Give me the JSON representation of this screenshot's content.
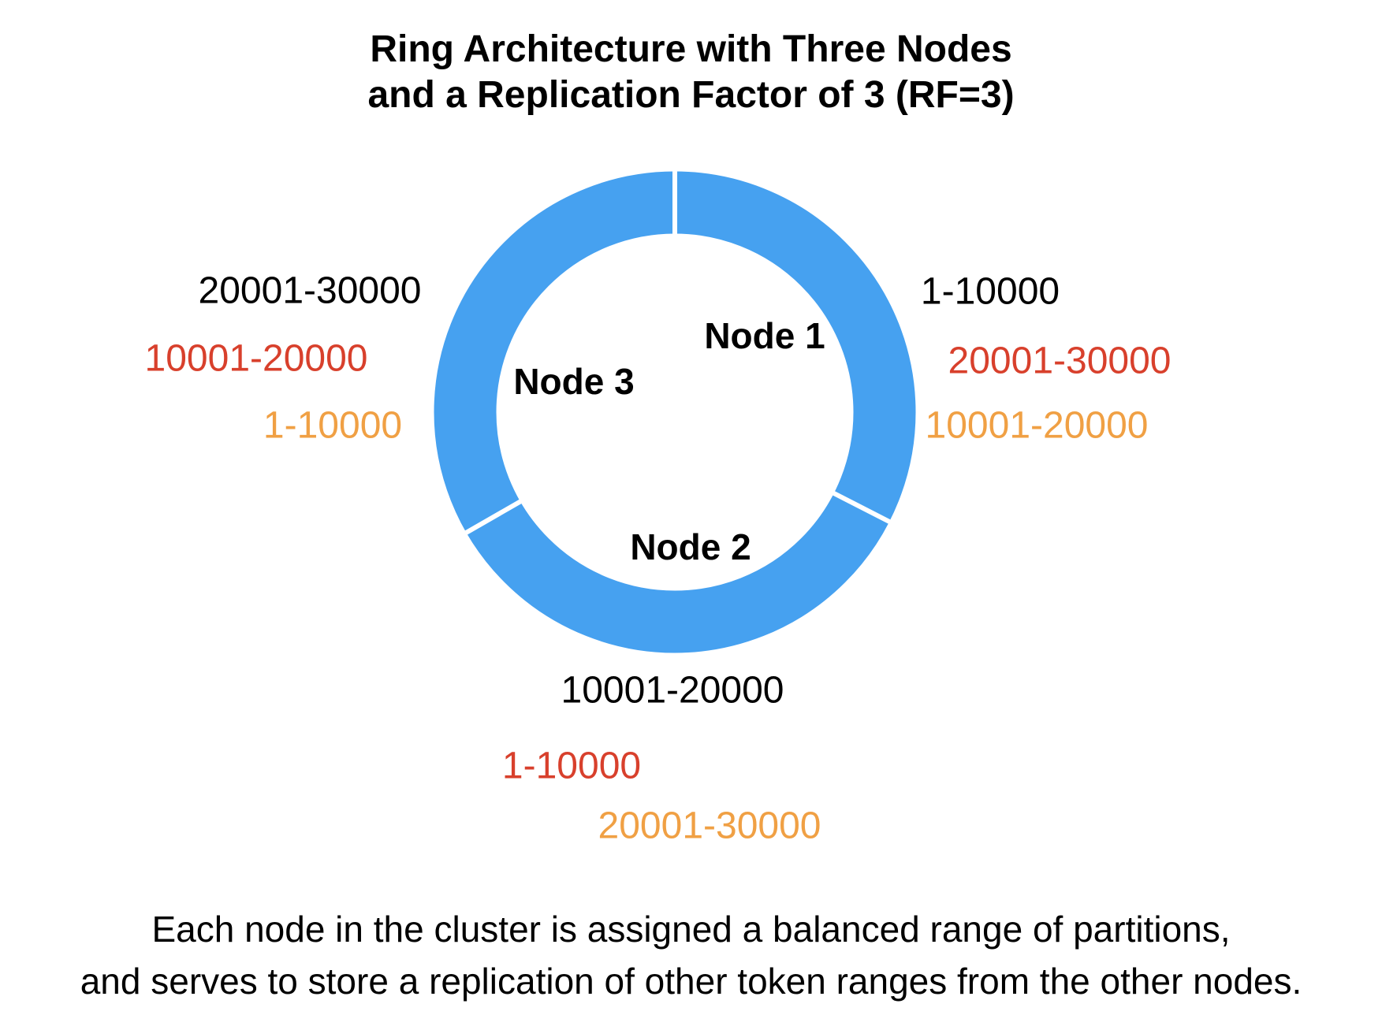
{
  "title": {
    "line1": "Ring Architecture with Three Nodes",
    "line2": "and a Replication Factor of 3 (RF=3)"
  },
  "palette": {
    "ring_blue": "#46A1F0",
    "primary_black": "#000000",
    "replica_red": "#D8402C",
    "replica_orange": "#F0A044",
    "gap_white": "#FFFFFF"
  },
  "node_labels": {
    "node1": "Node 1",
    "node2": "Node 2",
    "node3": "Node 3"
  },
  "token_ranges": {
    "node1": [
      {
        "text": "1-10000",
        "color": "#000000"
      },
      {
        "text": "20001-30000",
        "color": "#D8402C"
      },
      {
        "text": "10001-20000",
        "color": "#F0A044"
      }
    ],
    "node3": [
      {
        "text": "20001-30000",
        "color": "#000000"
      },
      {
        "text": "10001-20000",
        "color": "#D8402C"
      },
      {
        "text": "1-10000",
        "color": "#F0A044"
      }
    ],
    "node2": [
      {
        "text": "10001-20000",
        "color": "#000000"
      },
      {
        "text": "1-10000",
        "color": "#D8402C"
      },
      {
        "text": "20001-30000",
        "color": "#F0A044"
      }
    ]
  },
  "caption": {
    "line1": "Each node in the cluster is assigned a balanced range of partitions,",
    "line2": "and serves to store a replication of other token ranges from the other nodes."
  }
}
